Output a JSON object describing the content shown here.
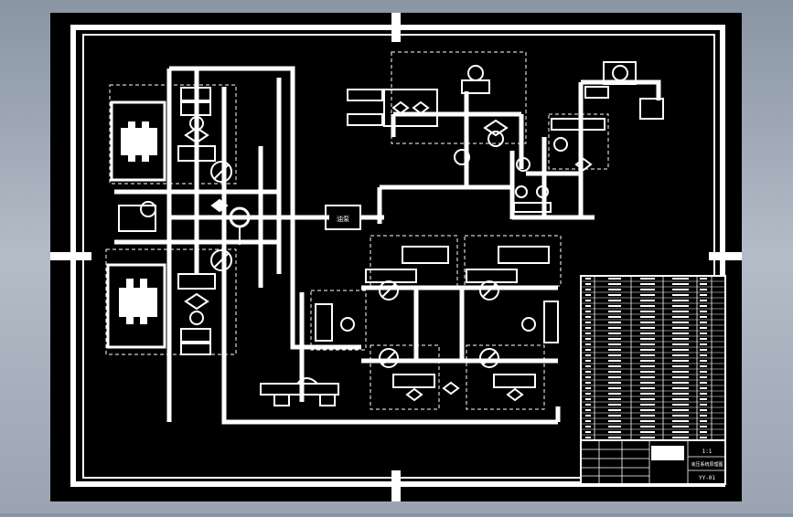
{
  "drawing": {
    "background": "#000000",
    "line_color": "#ffffff",
    "viewport_gradient": [
      "#8a95a3",
      "#b3bcc7"
    ],
    "center_label": "油泵",
    "title_block": {
      "name": "液压系统原理图",
      "scale": "1:1",
      "sheet_no": "YY-01"
    },
    "parts_table_rows": 30
  }
}
